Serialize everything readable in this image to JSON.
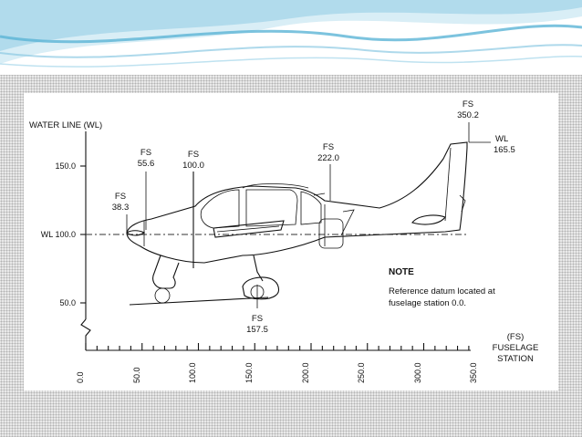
{
  "banner": {
    "accent": "#5bb4d6",
    "light": "#d9eef6"
  },
  "axes": {
    "water_line_label": "WATER LINE (WL)",
    "fs_label_1": "(FS)",
    "fs_label_2": "FUSELAGE",
    "fs_label_3": "STATION",
    "y_ticks": [
      "150.0",
      "WL 100.0",
      "50.0"
    ],
    "x_ticks": [
      "0.0",
      "50.0",
      "100.0",
      "150.0",
      "200.0",
      "250.0",
      "300.0",
      "350.0"
    ]
  },
  "callouts": [
    {
      "line1": "FS",
      "line2": "38.3"
    },
    {
      "line1": "FS",
      "line2": "55.6"
    },
    {
      "line1": "FS",
      "line2": "100.0"
    },
    {
      "line1": "FS",
      "line2": "157.5"
    },
    {
      "line1": "FS",
      "line2": "222.0"
    },
    {
      "line1": "FS",
      "line2": "350.2"
    },
    {
      "line1": "WL",
      "line2": "165.5"
    }
  ],
  "note": {
    "title": "NOTE",
    "line1": "Reference datum located at",
    "line2": "fuselage station 0.0."
  }
}
